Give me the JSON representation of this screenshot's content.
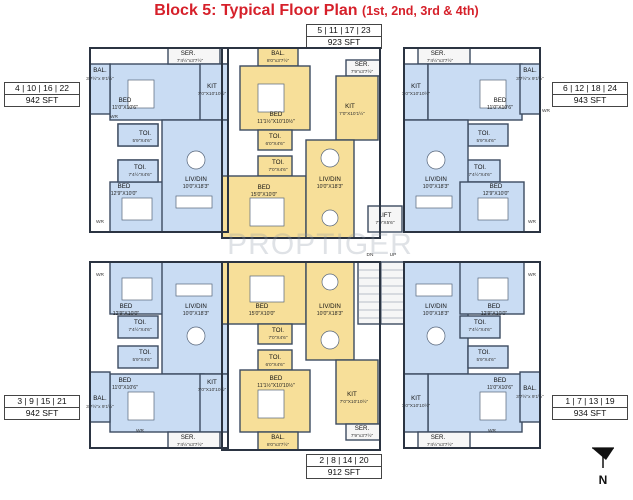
{
  "title": "Block 5: Typical Floor Plan",
  "subtitle": "(1st, 2nd, 3rd & 4th)",
  "units": [
    {
      "pos": "top-center",
      "nums": "5 | 11 | 17 | 23",
      "area": "923 SFT"
    },
    {
      "pos": "left-top",
      "nums": "4 | 10 | 16 | 22",
      "area": "942 SFT"
    },
    {
      "pos": "right-top",
      "nums": "6 | 12 | 18 | 24",
      "area": "943 SFT"
    },
    {
      "pos": "left-bottom",
      "nums": "3 | 9 | 15 | 21",
      "area": "942 SFT"
    },
    {
      "pos": "bottom-center",
      "nums": "2 | 8 | 14 | 20",
      "area": "912 SFT"
    },
    {
      "pos": "right-bottom",
      "nums": "1 | 7 | 13 | 19",
      "area": "934 SFT"
    }
  ],
  "labels": {
    "bed": "BED",
    "bal": "BAL.",
    "ser": "SER.",
    "kit": "KIT",
    "toi": "TOI.",
    "livdin": "LIV/DIN",
    "lift": "LIFT",
    "dn": "DN",
    "up": "UP",
    "wr": "WR",
    "north": "N",
    "watermark": "PROPTIGER"
  },
  "dims": {
    "tl_bal": "3'7½\"x 9'1½\"",
    "tl_ser": "7'4½\"x3'7½\"",
    "tl_kit": "7'0\"X10'10½\"",
    "tl_bed1": "11'0\"X10'6\"",
    "tl_toi1": "5'9\"X4'6\"",
    "tl_toi2": "7'4½\"X4'6\"",
    "tl_bed2": "12'9\"X10'0\"",
    "tl_liv": "10'0\"X18'3\"",
    "tc_bal": "8'0\"x3'7½\"",
    "tc_ser": "7'9\"x3'7½\"",
    "tc_bed1": "11'1½\"X10'10½\"",
    "tc_kit": "7'0\"X10'1½\"",
    "tc_toi1": "6'0\"X4'6\"",
    "tc_toi2": "7'0\"X4'6\"",
    "tc_bed2": "15'0\"X10'0\"",
    "tc_liv": "10'0\"X18'3\"",
    "lift": "7'0\"X5'6\"",
    "tr_ser": "7'4½\"x3'7½\"",
    "tr_bal": "3'7½\"x 9'1½\"",
    "tr_kit": "7'0\"X10'10½\"",
    "tr_bed1": "11'0\"X10'6\"",
    "tr_toi1": "5'9\"X4'6\"",
    "tr_toi2": "7'4½\"X4'6\"",
    "tr_liv": "10'0\"X18'3\"",
    "tr_bed2": "12'9\"X10'0\"",
    "bl_bed1": "12'9\"X10'0\"",
    "bl_liv": "10'0\"X18'3\"",
    "bl_toi1": "7'4½\"X4'6\"",
    "bl_toi2": "5'9\"X4'6\"",
    "bl_bed2": "11'0\"X10'6\"",
    "bl_kit": "7'0\"X10'10½\"",
    "bl_bal": "3'7½\"x 9'1½\"",
    "bl_ser": "7'4½\"x3'7½\"",
    "bc_bed1": "15'0\"X10'0\"",
    "bc_liv": "10'0\"X18'3\"",
    "bc_toi1": "7'0\"X4'6\"",
    "bc_toi2": "6'0\"X4'6\"",
    "bc_bed2": "11'1½\"X10'10½\"",
    "bc_kit": "7'0\"X10'10½\"",
    "bc_bal": "8'0\"x3'7½\"",
    "bc_ser": "7'9\"x3'7½\"",
    "br_liv": "10'0\"X18'3\"",
    "br_bed1": "12'9\"X10'0\"",
    "br_toi1": "7'4½\"X4'6\"",
    "br_toi2": "5'9\"X4'6\"",
    "br_bed2": "11'0\"X10'6\"",
    "br_kit": "7'0\"X10'10½\"",
    "br_bal": "3'7½\"x 9'1½\"",
    "br_ser": "7'4½\"x3'7½\""
  },
  "colors": {
    "title": "#d6202a",
    "blue_room": "#c9dcf3",
    "yellow_room": "#f7df99",
    "wall": "#2b3442"
  }
}
